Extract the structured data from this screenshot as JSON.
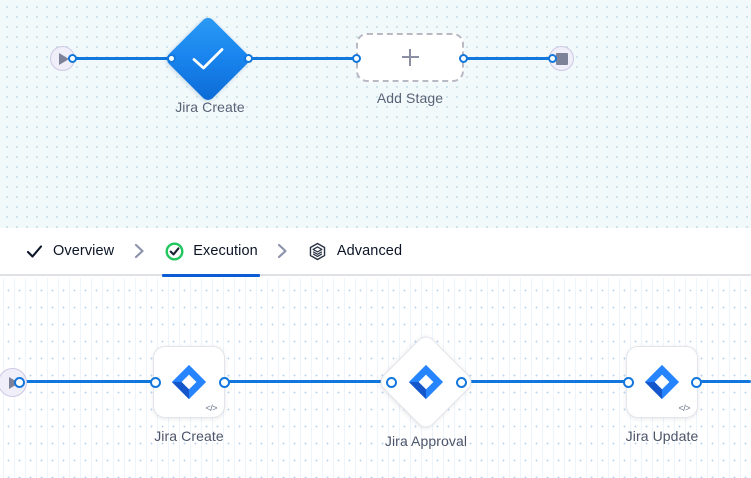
{
  "theme": {
    "edge_color": "#1277dd",
    "accent_blue": "#0b5cd5",
    "success_green": "#22c55e",
    "terminal_fill": "#f0eef9",
    "jira_blue": "#2684ff",
    "jira_dark_blue": "#1550c4",
    "canvas_top_bg": "#f1f9fb",
    "canvas_bottom_bg": "#ffffff",
    "caption_color": "#5a6277"
  },
  "top_pipeline": {
    "name": "pipeline-overview-graph",
    "start_node": {
      "icon": "play-icon",
      "label": "Start"
    },
    "end_node": {
      "icon": "stop-icon",
      "label": "End"
    },
    "stages": [
      {
        "id": "jira-create",
        "label": "Jira Create",
        "icon": "checkmark-icon",
        "shape": "diamond",
        "state": "completed"
      },
      {
        "id": "add-stage",
        "label": "Add Stage",
        "icon": "plus-icon",
        "shape": "dashed-rounded-rect",
        "state": "placeholder"
      }
    ]
  },
  "tabs": {
    "items": [
      {
        "id": "overview",
        "label": "Overview",
        "icon": "check-icon",
        "active": false
      },
      {
        "id": "execution",
        "label": "Execution",
        "icon": "check-circle-icon",
        "active": true
      },
      {
        "id": "advanced",
        "label": "Advanced",
        "icon": "layers-hexagon-icon",
        "active": false
      }
    ],
    "separator_icon": "chevron-right-icon"
  },
  "bottom_pipeline": {
    "name": "execution-steps-graph",
    "start_node": {
      "icon": "play-icon",
      "label": "Start"
    },
    "steps": [
      {
        "id": "jira-create-step",
        "label": "Jira Create",
        "icon": "jira-icon",
        "badge": "</>",
        "shape": "rounded-square"
      },
      {
        "id": "jira-approval-step",
        "label": "Jira Approval",
        "icon": "jira-icon",
        "badge": "",
        "shape": "diamond"
      },
      {
        "id": "jira-update-step",
        "label": "Jira Update",
        "icon": "jira-icon",
        "badge": "</>",
        "shape": "rounded-square"
      }
    ]
  }
}
